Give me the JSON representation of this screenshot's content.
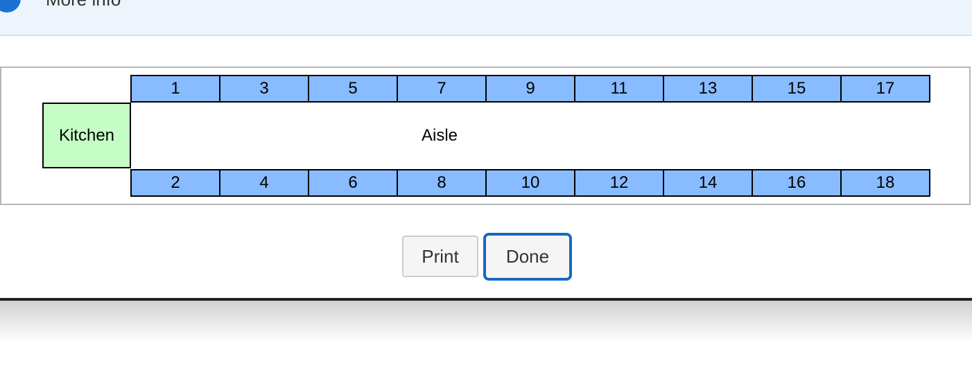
{
  "info_bar": {
    "text": "More info",
    "icon": "info-icon",
    "colors": {
      "background": "#edf4fc",
      "icon": "#1b73d1"
    }
  },
  "seat_map": {
    "kitchen_label": "Kitchen",
    "aisle_label": "Aisle",
    "top_row": [
      "1",
      "3",
      "5",
      "7",
      "9",
      "11",
      "13",
      "15",
      "17"
    ],
    "bottom_row": [
      "2",
      "4",
      "6",
      "8",
      "10",
      "12",
      "14",
      "16",
      "18"
    ],
    "colors": {
      "seat": "#88bbff",
      "kitchen": "#c4fec4"
    }
  },
  "actions": {
    "print_label": "Print",
    "done_label": "Done",
    "focus_color": "#1768c4"
  }
}
